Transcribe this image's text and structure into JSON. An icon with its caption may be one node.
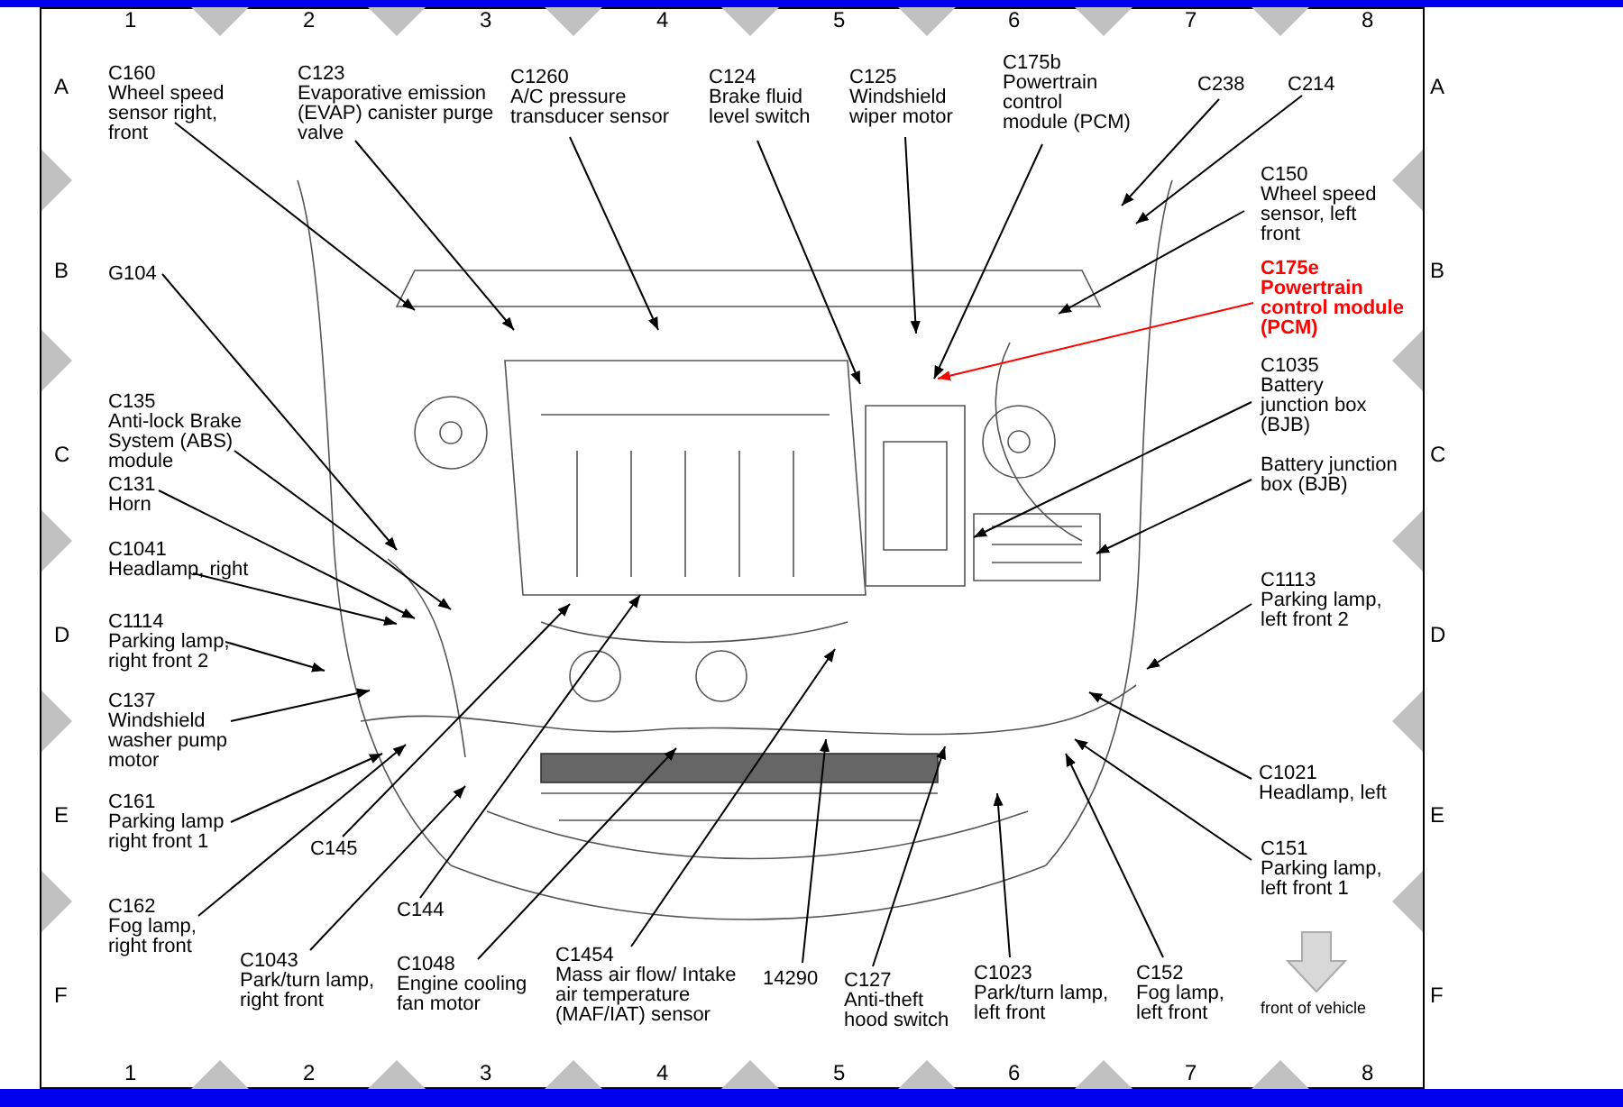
{
  "diagram": {
    "nodes": [
      {
        "text": [
          "C160",
          "Wheel speed sensor right, front"
        ]
      },
      {
        "text": [
          "C123",
          "Evaporative emission (EVAP) canister purge valve"
        ]
      },
      {
        "text": [
          "C1260",
          "A/C pressure transducer sensor"
        ]
      },
      {
        "text": [
          "C124",
          "Brake fluid level switch"
        ]
      },
      {
        "text": [
          "C125",
          "Windshield wiper motor"
        ]
      },
      {
        "text": [
          "C175b",
          "Powertrain control module (PCM)"
        ]
      },
      {
        "text": [
          "C238"
        ]
      },
      {
        "text": [
          "C214"
        ]
      },
      {
        "text": [
          "C150",
          "Wheel speed sensor, left front"
        ]
      },
      {
        "text": [
          "C175e",
          "Powertrain control module (PCM)"
        ]
      },
      {
        "text": [
          "C1035",
          "Battery junction box (BJB)"
        ]
      },
      {
        "text": [
          "Battery junction box (BJB)"
        ]
      },
      {
        "text": [
          "C1113",
          "Parking lamp, left front 2"
        ]
      },
      {
        "text": [
          "C1021",
          "Headlamp, left"
        ]
      },
      {
        "text": [
          "C151",
          "Parking lamp, left front 1"
        ]
      },
      {
        "text": [
          "C152",
          "Fog lamp, left front"
        ]
      },
      {
        "text": [
          "C1023",
          "Park/turn lamp, left front"
        ]
      },
      {
        "text": [
          "C127",
          "Anti-theft hood switch"
        ]
      },
      {
        "text": [
          "14290"
        ]
      },
      {
        "text": [
          "C1454",
          "Mass air flow/ Intake air temperature (MAF/IAT) sensor"
        ]
      },
      {
        "text": [
          "C1048",
          "Engine cooling fan motor"
        ]
      },
      {
        "text": [
          "C144"
        ]
      },
      {
        "text": [
          "C1043",
          "Park/turn lamp, right front"
        ]
      },
      {
        "text": [
          "C145"
        ]
      },
      {
        "text": [
          "C162",
          "Fog lamp, right front"
        ]
      },
      {
        "text": [
          "C161",
          "Parking lamp right front 1"
        ]
      },
      {
        "text": [
          "C137",
          "Windshield washer pump motor"
        ]
      },
      {
        "text": [
          "C1114",
          "Parking lamp, right front 2"
        ]
      },
      {
        "text": [
          "C1041",
          "Headlamp, right"
        ]
      },
      {
        "text": [
          "C131",
          "Horn"
        ]
      },
      {
        "text": [
          "C135",
          "Anti-lock Brake System (ABS) module"
        ]
      },
      {
        "text": [
          "G104"
        ]
      }
    ],
    "edges": [
      {
        "from": 0,
        "to": null,
        "arrow": "to"
      },
      {
        "from": 1,
        "to": null,
        "arrow": "to"
      },
      {
        "from": 2,
        "to": null,
        "arrow": "to"
      },
      {
        "from": 3,
        "to": null,
        "arrow": "to"
      },
      {
        "from": 4,
        "to": null,
        "arrow": "to"
      },
      {
        "from": 5,
        "to": null,
        "arrow": "to"
      },
      {
        "from": 6,
        "to": null,
        "arrow": "to"
      },
      {
        "from": 7,
        "to": null,
        "arrow": "to"
      },
      {
        "from": 8,
        "to": null,
        "arrow": "to"
      },
      {
        "from": 9,
        "to": null,
        "arrow": "to",
        "color": "#ff0000"
      },
      {
        "from": 10,
        "to": null,
        "arrow": "to"
      },
      {
        "from": 11,
        "to": null,
        "arrow": "to"
      },
      {
        "from": 12,
        "to": null,
        "arrow": "to"
      },
      {
        "from": 13,
        "to": null,
        "arrow": "to"
      },
      {
        "from": 14,
        "to": null,
        "arrow": "to"
      },
      {
        "from": 15,
        "to": null,
        "arrow": "to"
      },
      {
        "from": 16,
        "to": null,
        "arrow": "to"
      },
      {
        "from": 17,
        "to": null,
        "arrow": "to"
      },
      {
        "from": 18,
        "to": null,
        "arrow": "to"
      },
      {
        "from": 19,
        "to": null,
        "arrow": "to"
      },
      {
        "from": 20,
        "to": null,
        "arrow": "to"
      },
      {
        "from": 21,
        "to": null,
        "arrow": "to"
      },
      {
        "from": 22,
        "to": null,
        "arrow": "to"
      },
      {
        "from": 23,
        "to": null,
        "arrow": "to"
      },
      {
        "from": 24,
        "to": null,
        "arrow": "to"
      },
      {
        "from": 25,
        "to": null,
        "arrow": "to"
      },
      {
        "from": 26,
        "to": null,
        "arrow": "to"
      },
      {
        "from": 27,
        "to": null,
        "arrow": "to"
      },
      {
        "from": 28,
        "to": null,
        "arrow": "to"
      },
      {
        "from": 29,
        "to": null,
        "arrow": "to"
      },
      {
        "from": 30,
        "to": null,
        "arrow": "to"
      },
      {
        "from": 31,
        "to": null,
        "arrow": "to"
      }
    ],
    "labels": [
      "1",
      "2",
      "3",
      "4",
      "5",
      "6",
      "7",
      "8",
      "A",
      "A",
      "B",
      "B",
      "C",
      "C",
      "D",
      "D",
      "E",
      "E",
      "F",
      "F",
      "front of vehicle",
      "1",
      "2",
      "3",
      "4",
      "5",
      "6",
      "7",
      "8"
    ]
  }
}
